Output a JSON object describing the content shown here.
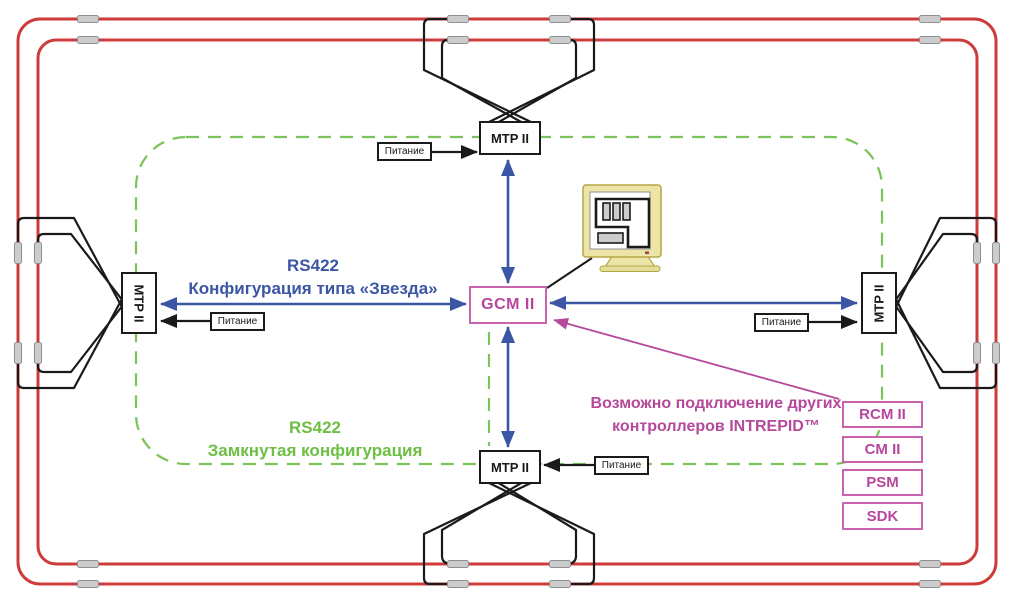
{
  "nodes": {
    "mtp_top": "MTP II",
    "mtp_right": "MTP II",
    "mtp_bottom": "MTP II",
    "mtp_left": "MTP II",
    "gcm": "GCM II"
  },
  "power_label": "Питание",
  "star_label": {
    "line1": "RS422",
    "line2": "Конфигурация типа «Звезда»"
  },
  "loop_label": {
    "line1": "RS422",
    "line2": "Замкнутая конфигурация"
  },
  "note": {
    "line1": "Возможно подключение других",
    "line2": "контроллеров INTREPID™"
  },
  "controllers": [
    "RCM II",
    "CM II",
    "PSM",
    "SDK"
  ],
  "colors": {
    "perimeter_cable_red": "#ce3b3b",
    "star_link_blue": "#3b56a5",
    "loop_link_green": "#7cc45a",
    "accent_magenta": "#b8459d",
    "cable_black": "#1a1a1a",
    "connector_gray": "#cccccc",
    "monitor_bezel": "#ece5a7"
  }
}
